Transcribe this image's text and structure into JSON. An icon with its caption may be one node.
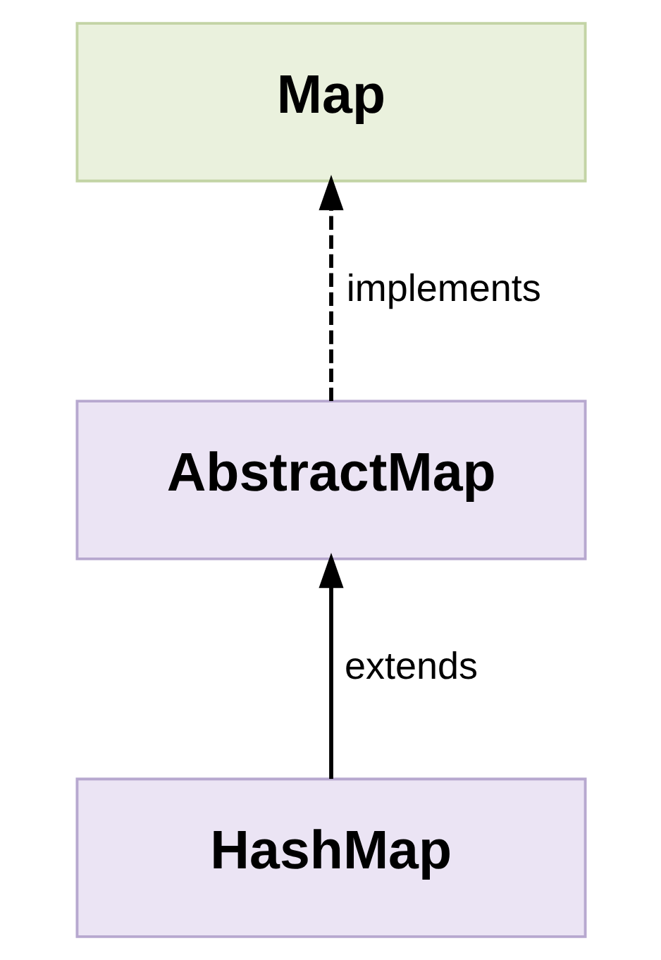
{
  "diagram": {
    "nodes": [
      {
        "text": [
          "Map"
        ]
      },
      {
        "text": [
          "AbstractMap"
        ]
      },
      {
        "text": [
          "HashMap"
        ]
      }
    ],
    "edges": [
      {
        "from": 1,
        "to": 0,
        "arrow": "to",
        "label": "implements",
        "style": "dashed"
      },
      {
        "from": 2,
        "to": 1,
        "arrow": "to",
        "label": "extends"
      }
    ]
  }
}
